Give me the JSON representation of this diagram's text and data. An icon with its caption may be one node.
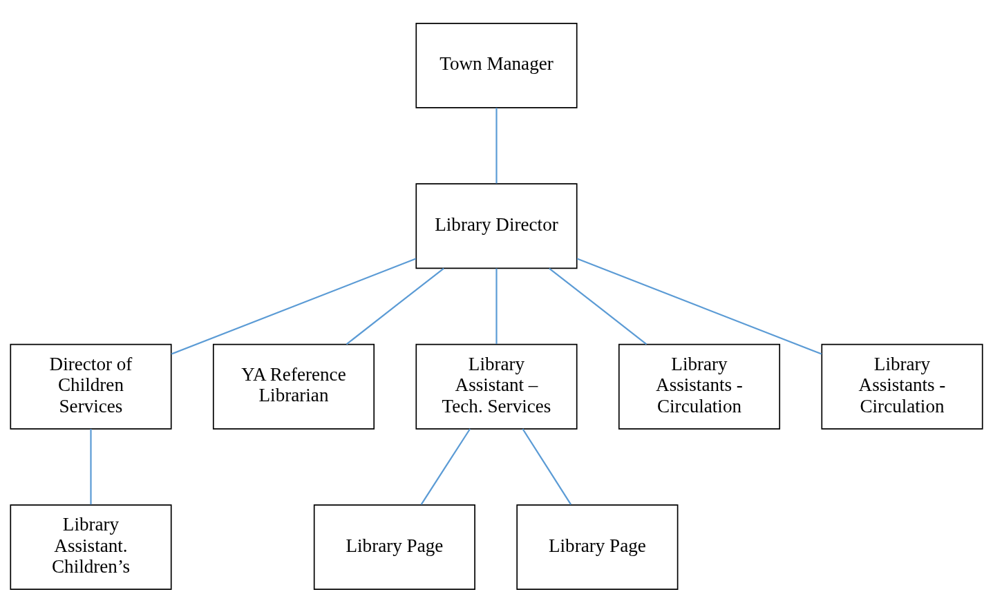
{
  "diagram": {
    "nodes": [
      {
        "text": [
          "Town Manager"
        ]
      },
      {
        "text": [
          "Library Director"
        ]
      },
      {
        "text": [
          "Director of Children Services"
        ]
      },
      {
        "text": [
          "YA Reference Librarian"
        ]
      },
      {
        "text": [
          "Library Assistant – Tech. Services"
        ]
      },
      {
        "text": [
          "Library Assistants - Circulation"
        ]
      },
      {
        "text": [
          "Library Assistants - Circulation"
        ]
      },
      {
        "text": [
          "Library Assistant. Children’s"
        ]
      },
      {
        "text": [
          "Library Page"
        ]
      },
      {
        "text": [
          "Library Page"
        ]
      }
    ],
    "edges": [
      {
        "from": 0,
        "to": 1,
        "arrow": "none"
      },
      {
        "from": 1,
        "to": 2,
        "arrow": "none"
      },
      {
        "from": 1,
        "to": 3,
        "arrow": "none"
      },
      {
        "from": 1,
        "to": 4,
        "arrow": "none"
      },
      {
        "from": 1,
        "to": 5,
        "arrow": "none"
      },
      {
        "from": 1,
        "to": 6,
        "arrow": "none"
      },
      {
        "from": 2,
        "to": 7,
        "arrow": "none"
      },
      {
        "from": 4,
        "to": 8,
        "arrow": "none"
      },
      {
        "from": 4,
        "to": 9,
        "arrow": "none"
      }
    ]
  }
}
